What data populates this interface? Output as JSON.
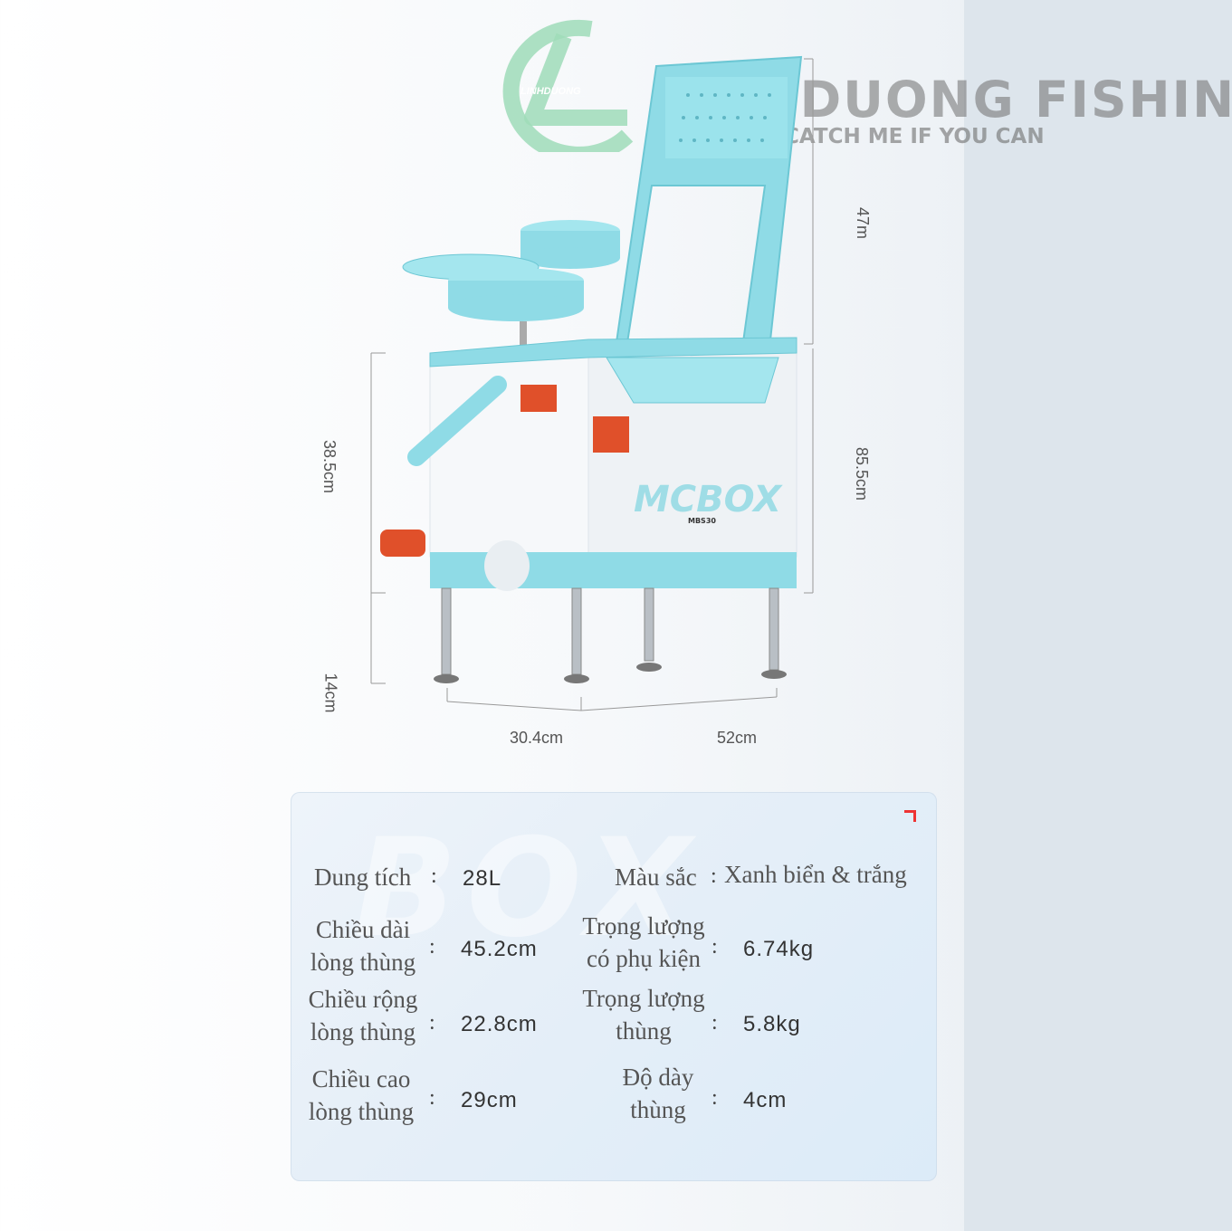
{
  "watermark": {
    "logo_text": "LINHDUONG",
    "brand": "LINHDUONG FISHING",
    "slogan": "CATCH ME IF YOU CAN"
  },
  "product": {
    "logo": "MCBOX",
    "model": "MBS30",
    "colors": {
      "teal": "#8fdbe6",
      "white": "#f7f9fb",
      "orange": "#e0502a"
    }
  },
  "dimensions": {
    "backrest_height": "47m",
    "box_height": "38.5cm",
    "total_height": "85.5cm",
    "leg_height": "14cm",
    "depth": "30.4cm",
    "width": "52cm"
  },
  "specs": {
    "capacity": {
      "label": "Dung tích",
      "value": "28L"
    },
    "color": {
      "label": "Màu sắc",
      "value": "Xanh biển & trắng"
    },
    "inner_length": {
      "label_line1": "Chiều dài",
      "label_line2": "lòng thùng",
      "value": "45.2cm"
    },
    "weight_with_accessories": {
      "label_line1": "Trọng lượng",
      "label_line2": "có phụ kiện",
      "value": "6.74kg"
    },
    "inner_width": {
      "label_line1": "Chiều rộng",
      "label_line2": "lòng thùng",
      "value": "22.8cm"
    },
    "box_weight": {
      "label_line1": "Trọng lượng",
      "label_line2": "thùng",
      "value": "5.8kg"
    },
    "inner_height": {
      "label_line1": "Chiều cao",
      "label_line2": "lòng thùng",
      "value": "29cm"
    },
    "thickness": {
      "label_line1": "Độ dày",
      "label_line2": "thùng",
      "value": "4cm"
    },
    "colon": ":"
  }
}
